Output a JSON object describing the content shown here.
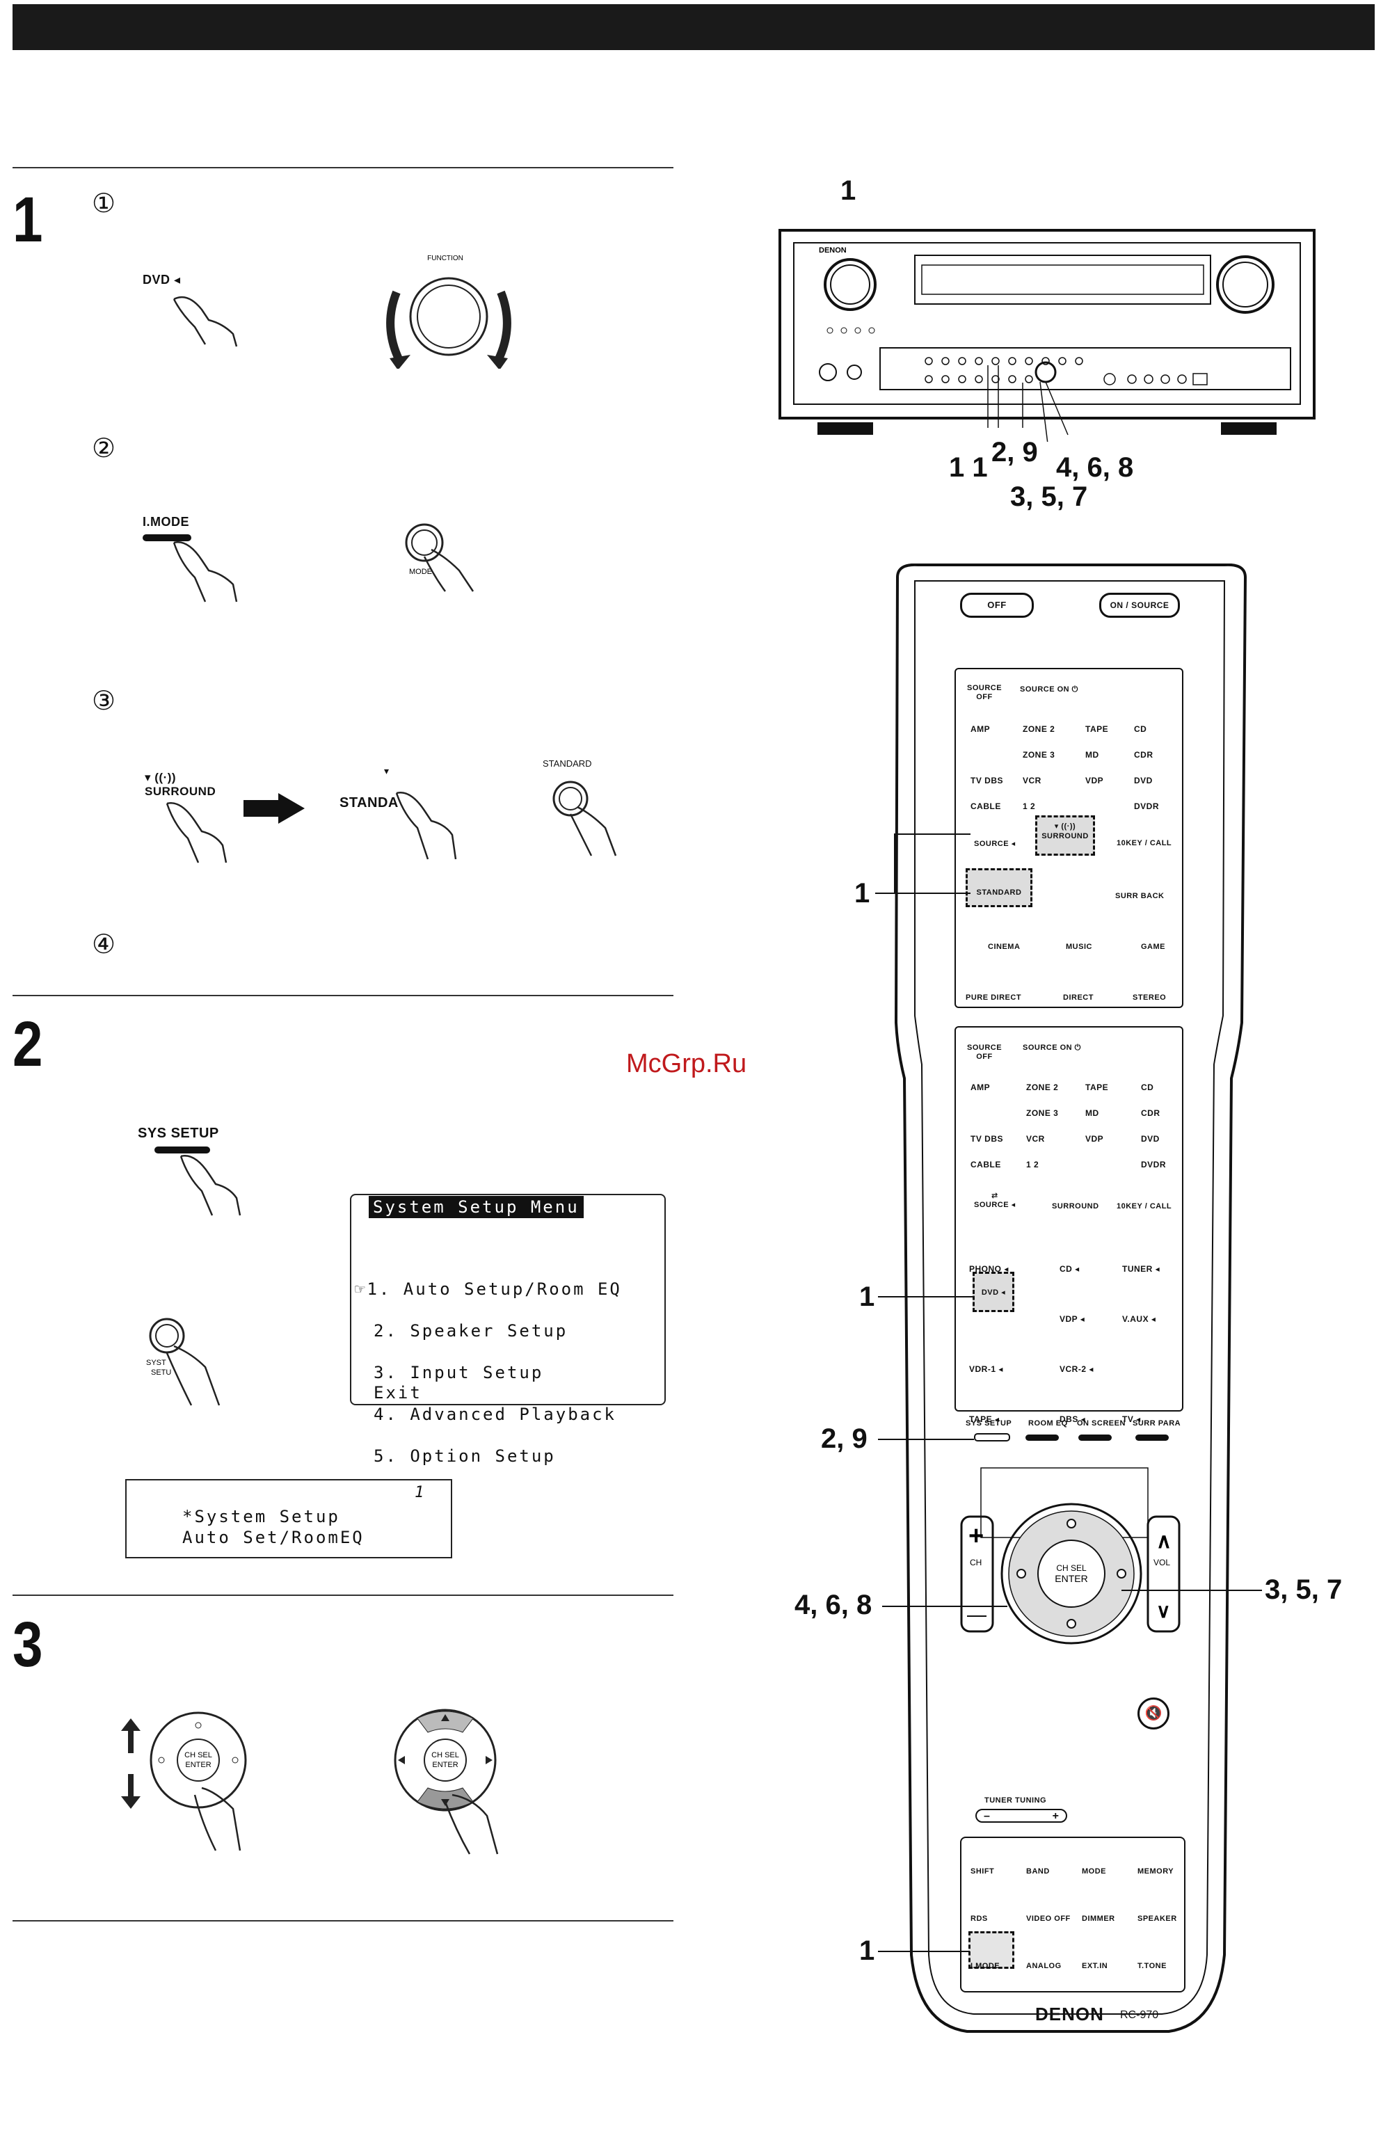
{
  "header": {
    "bar_color": "#1a1a1a"
  },
  "watermark": {
    "text": "McGrp.Ru",
    "color": "#c0191c"
  },
  "steps": [
    {
      "number": "1"
    },
    {
      "number": "2"
    },
    {
      "number": "3"
    }
  ],
  "step1": {
    "sub1": "①",
    "sub2": "②",
    "sub3": "③",
    "sub4": "④",
    "dvd_label": "DVD",
    "function_label": "FUNCTION",
    "imode_label": "I.MODE",
    "mode_label": "MODE",
    "surround_label": "SURROUND",
    "standard_partial": "STANDA",
    "standard_label": "STANDARD"
  },
  "step2": {
    "sys_setup_label": "SYS SETUP",
    "system_setup_knob": "SYSTEM SETUP",
    "menu_title": "System Setup Menu",
    "menu_items": [
      "☞1. Auto Setup/Room EQ",
      "2. Speaker Setup",
      "3. Input Setup",
      "4. Advanced Playback",
      "5. Option Setup"
    ],
    "menu_exit": "Exit",
    "display_num": "1",
    "display_line1": "*System Setup",
    "display_line2": "Auto Set/RoomEQ"
  },
  "step3": {
    "ch_sel": "CH SEL",
    "enter": "ENTER"
  },
  "receiver": {
    "brand": "DENON",
    "callouts": {
      "top": "1",
      "c11": "1 1",
      "c29": "2, 9",
      "c468": "4, 6, 8",
      "c357": "3, 5, 7"
    }
  },
  "remote": {
    "off": "OFF",
    "on_source": "ON / SOURCE",
    "source_off": "SOURCE OFF",
    "source_on": "SOURCE ON",
    "zone_rows": [
      [
        "AMP",
        "ZONE 2",
        "TAPE",
        "CD"
      ],
      [
        "",
        "ZONE 3",
        "MD",
        "CDR"
      ],
      [
        "TV DBS",
        "VCR",
        "VDP",
        "DVD"
      ],
      [
        "CABLE",
        "1 2",
        "",
        "DVDR"
      ]
    ],
    "source": "SOURCE",
    "surround": "SURROUND",
    "tenkey": "10KEY / CALL",
    "standard": "STANDARD",
    "surr_back": "SURR BACK",
    "cinema": "CINEMA",
    "music": "MUSIC",
    "game": "GAME",
    "pure_direct": "PURE DIRECT",
    "direct": "DIRECT",
    "stereo": "STEREO",
    "input_rows": [
      [
        "PHONO",
        "CD",
        "TUNER"
      ],
      [
        "DVD",
        "VDP",
        "V.AUX"
      ],
      [
        "VDR-1",
        "VCR-2",
        ""
      ],
      [
        "TAPE",
        "DBS",
        "TV"
      ]
    ],
    "func_row": [
      "SYS SETUP",
      "ROOM EQ",
      "ON SCREEN",
      "SURR PARA"
    ],
    "ch": "CH",
    "vol": "VOL",
    "ch_sel": "CH SEL",
    "enter": "ENTER",
    "tuner_tuning": "TUNER TUNING",
    "bottom_rows": [
      [
        "SHIFT",
        "BAND",
        "MODE",
        "MEMORY"
      ],
      [
        "RDS",
        "VIDEO OFF",
        "DIMMER",
        "SPEAKER"
      ],
      [
        "I.MODE",
        "ANALOG",
        "EXT.IN",
        "T.TONE"
      ]
    ],
    "brand": "DENON",
    "model": "RC-970",
    "callouts": {
      "surround_std": "1",
      "dvd": "1",
      "sys29": "2, 9",
      "c468": "4, 6, 8",
      "c357": "3, 5, 7",
      "imode": "1"
    }
  }
}
